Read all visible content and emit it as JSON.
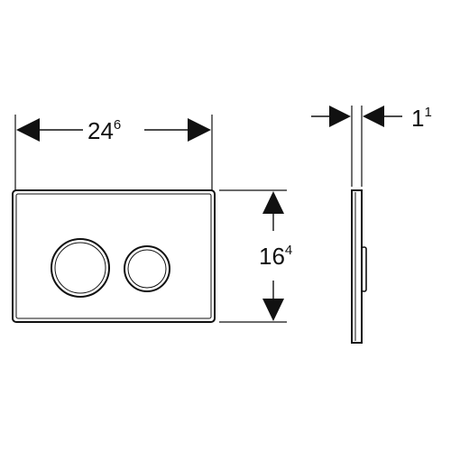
{
  "dimensions": {
    "width": {
      "base": "24",
      "sup": "6"
    },
    "height": {
      "base": "16",
      "sup": "4"
    },
    "thickness": {
      "base": "1",
      "sup": "1"
    }
  },
  "colors": {
    "line": "#111111",
    "background": "#ffffff"
  }
}
